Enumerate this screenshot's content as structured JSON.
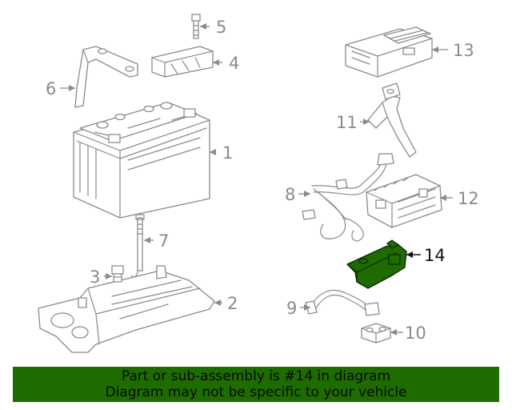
{
  "callouts": {
    "c1": "1",
    "c2": "2",
    "c3": "3",
    "c4": "4",
    "c5": "5",
    "c6": "6",
    "c7": "7",
    "c8": "8",
    "c9": "9",
    "c10": "10",
    "c11": "11",
    "c12": "12",
    "c13": "13",
    "c14": "14"
  },
  "highlighted_callout": "14",
  "colors": {
    "highlight": "#1f6b00",
    "banner": "#1e6b00",
    "line": "#8a8a8a"
  },
  "banner": {
    "line1": "Part or sub-assembly is #14 in diagram",
    "line2": "Diagram may not be specific to your vehicle"
  }
}
